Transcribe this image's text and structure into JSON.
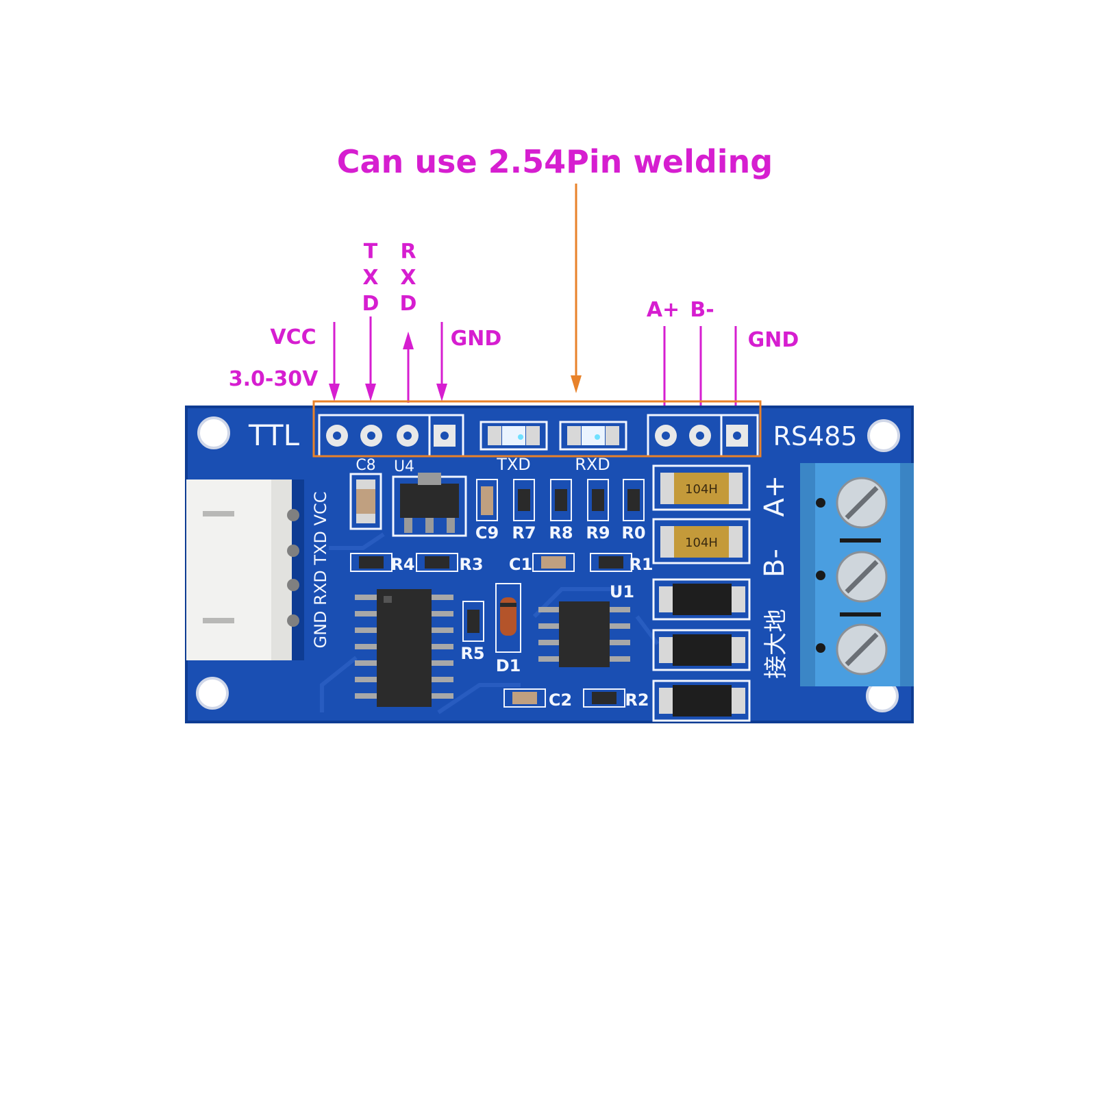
{
  "callout": {
    "title": "Can use 2.54Pin welding"
  },
  "ttl_pins": {
    "vcc": "VCC",
    "voltage": "3.0-30V",
    "txd": [
      "T",
      "X",
      "D"
    ],
    "rxd": [
      "R",
      "X",
      "D"
    ],
    "gnd": "GND"
  },
  "rs485_pins": {
    "a": "A+",
    "b": "B-",
    "gnd": "GND"
  },
  "board": {
    "ttl_label": "TTL",
    "rs485_label": "RS485",
    "header_label": "GND RXD TXD VCC",
    "led_txd": "TXD",
    "led_rxd": "RXD",
    "term_a": "A+",
    "term_b": "B-",
    "term_gnd": "接大地",
    "refs": {
      "c8": "C8",
      "u4": "U4",
      "c9": "C9",
      "r7": "R7",
      "r8": "R8",
      "r9": "R9",
      "r0": "R0",
      "r4": "R4",
      "r3": "R3",
      "c1": "C1",
      "r1": "R1",
      "u1": "U1",
      "r5": "R5",
      "d1": "D1",
      "c2": "C2",
      "r2": "R2"
    },
    "ptc_marking": "104H"
  },
  "colors": {
    "annotation": "#d61ed0",
    "arrow": "#e8822a",
    "pcb": "#1a4fb3",
    "terminal": "#4a9ee0"
  }
}
